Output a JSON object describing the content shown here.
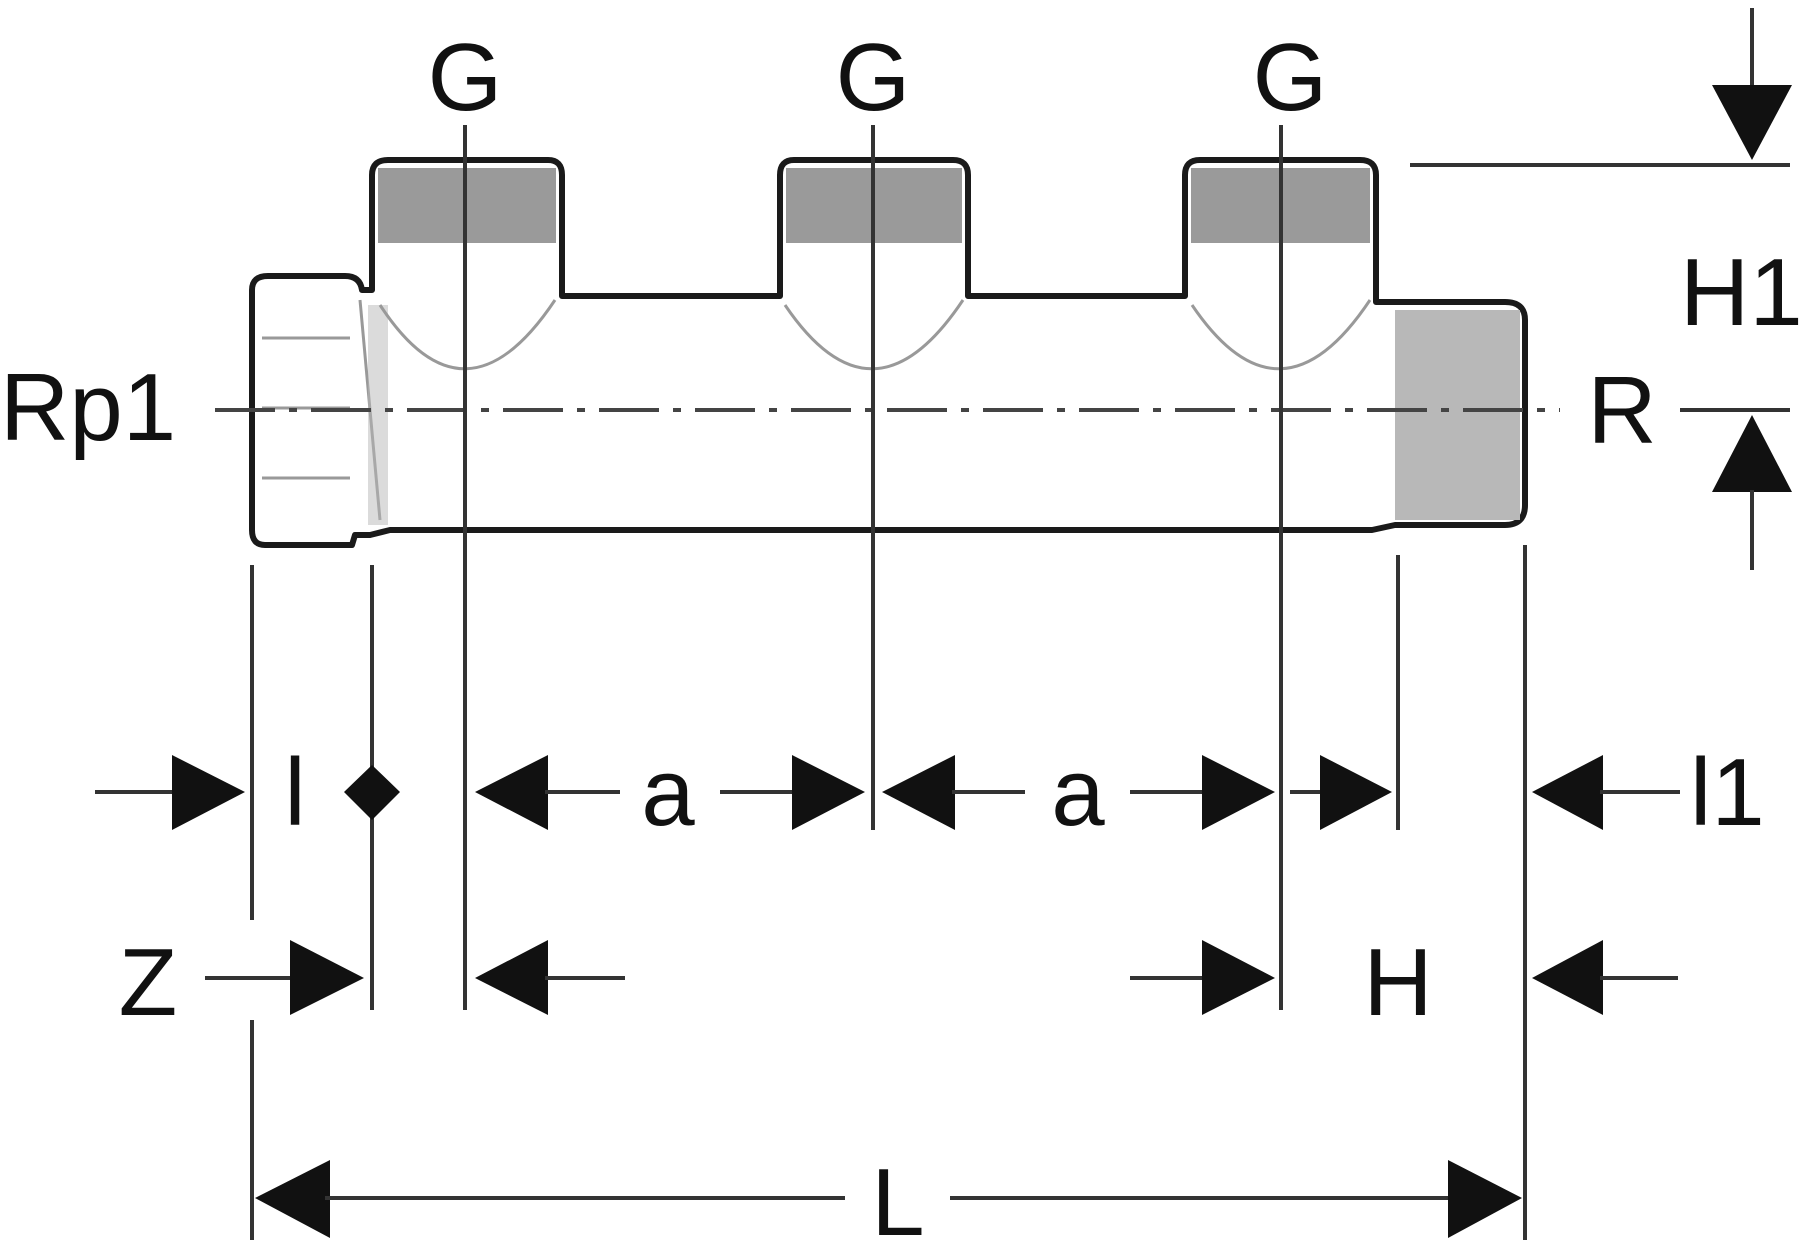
{
  "labels": {
    "outlet_1": "G",
    "outlet_2": "G",
    "outlet_3": "G",
    "inlet_thread": "Rp1",
    "outlet_thread": "R",
    "height_top": "H1",
    "length_l": "l",
    "spacing_1": "a",
    "spacing_2": "a",
    "length_l1": "l1",
    "z_dim": "Z",
    "h_dim": "H",
    "total_length": "L"
  }
}
